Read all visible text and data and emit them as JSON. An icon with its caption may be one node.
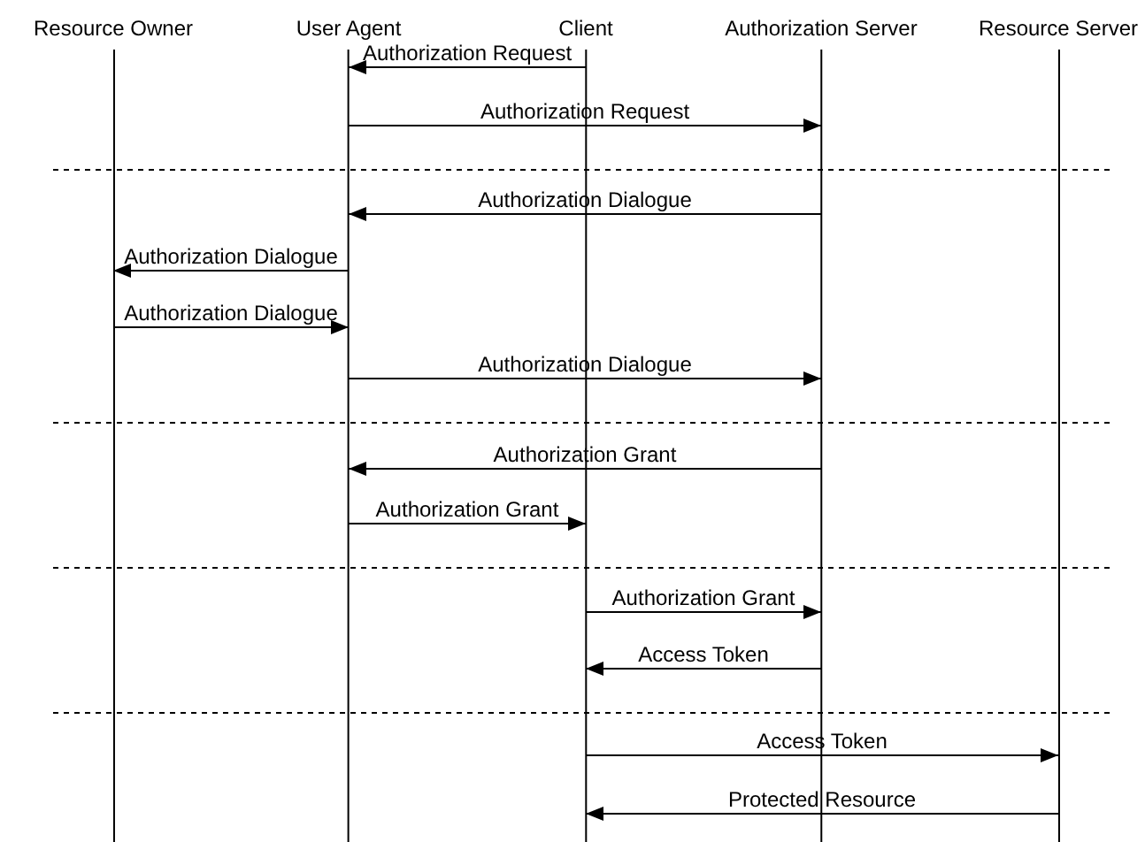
{
  "diagram": {
    "nodes": [
      {
        "text": [
          "Resource Owner"
        ]
      },
      {
        "text": [
          "User Agent"
        ]
      },
      {
        "text": [
          "Client"
        ]
      },
      {
        "text": [
          "Authorization Server"
        ]
      },
      {
        "text": [
          "Resource Server"
        ]
      }
    ],
    "edges": [
      {
        "from": 2,
        "to": 1,
        "arrow": "to",
        "label": "Authorization Request"
      },
      {
        "from": 1,
        "to": 3,
        "arrow": "to",
        "label": "Authorization Request"
      },
      {
        "from": 3,
        "to": 1,
        "arrow": "to",
        "label": "Authorization Dialogue"
      },
      {
        "from": 1,
        "to": 0,
        "arrow": "to",
        "label": "Authorization Dialogue"
      },
      {
        "from": 0,
        "to": 1,
        "arrow": "to",
        "label": "Authorization Dialogue"
      },
      {
        "from": 1,
        "to": 3,
        "arrow": "to",
        "label": "Authorization Dialogue"
      },
      {
        "from": 3,
        "to": 1,
        "arrow": "to",
        "label": "Authorization Grant"
      },
      {
        "from": 1,
        "to": 2,
        "arrow": "to",
        "label": "Authorization Grant"
      },
      {
        "from": 2,
        "to": 3,
        "arrow": "to",
        "label": "Authorization Grant"
      },
      {
        "from": 3,
        "to": 2,
        "arrow": "to",
        "label": "Access Token"
      },
      {
        "from": 2,
        "to": 4,
        "arrow": "to",
        "label": "Access Token"
      },
      {
        "from": 4,
        "to": 2,
        "arrow": "to",
        "label": "Protected Resource"
      }
    ]
  }
}
